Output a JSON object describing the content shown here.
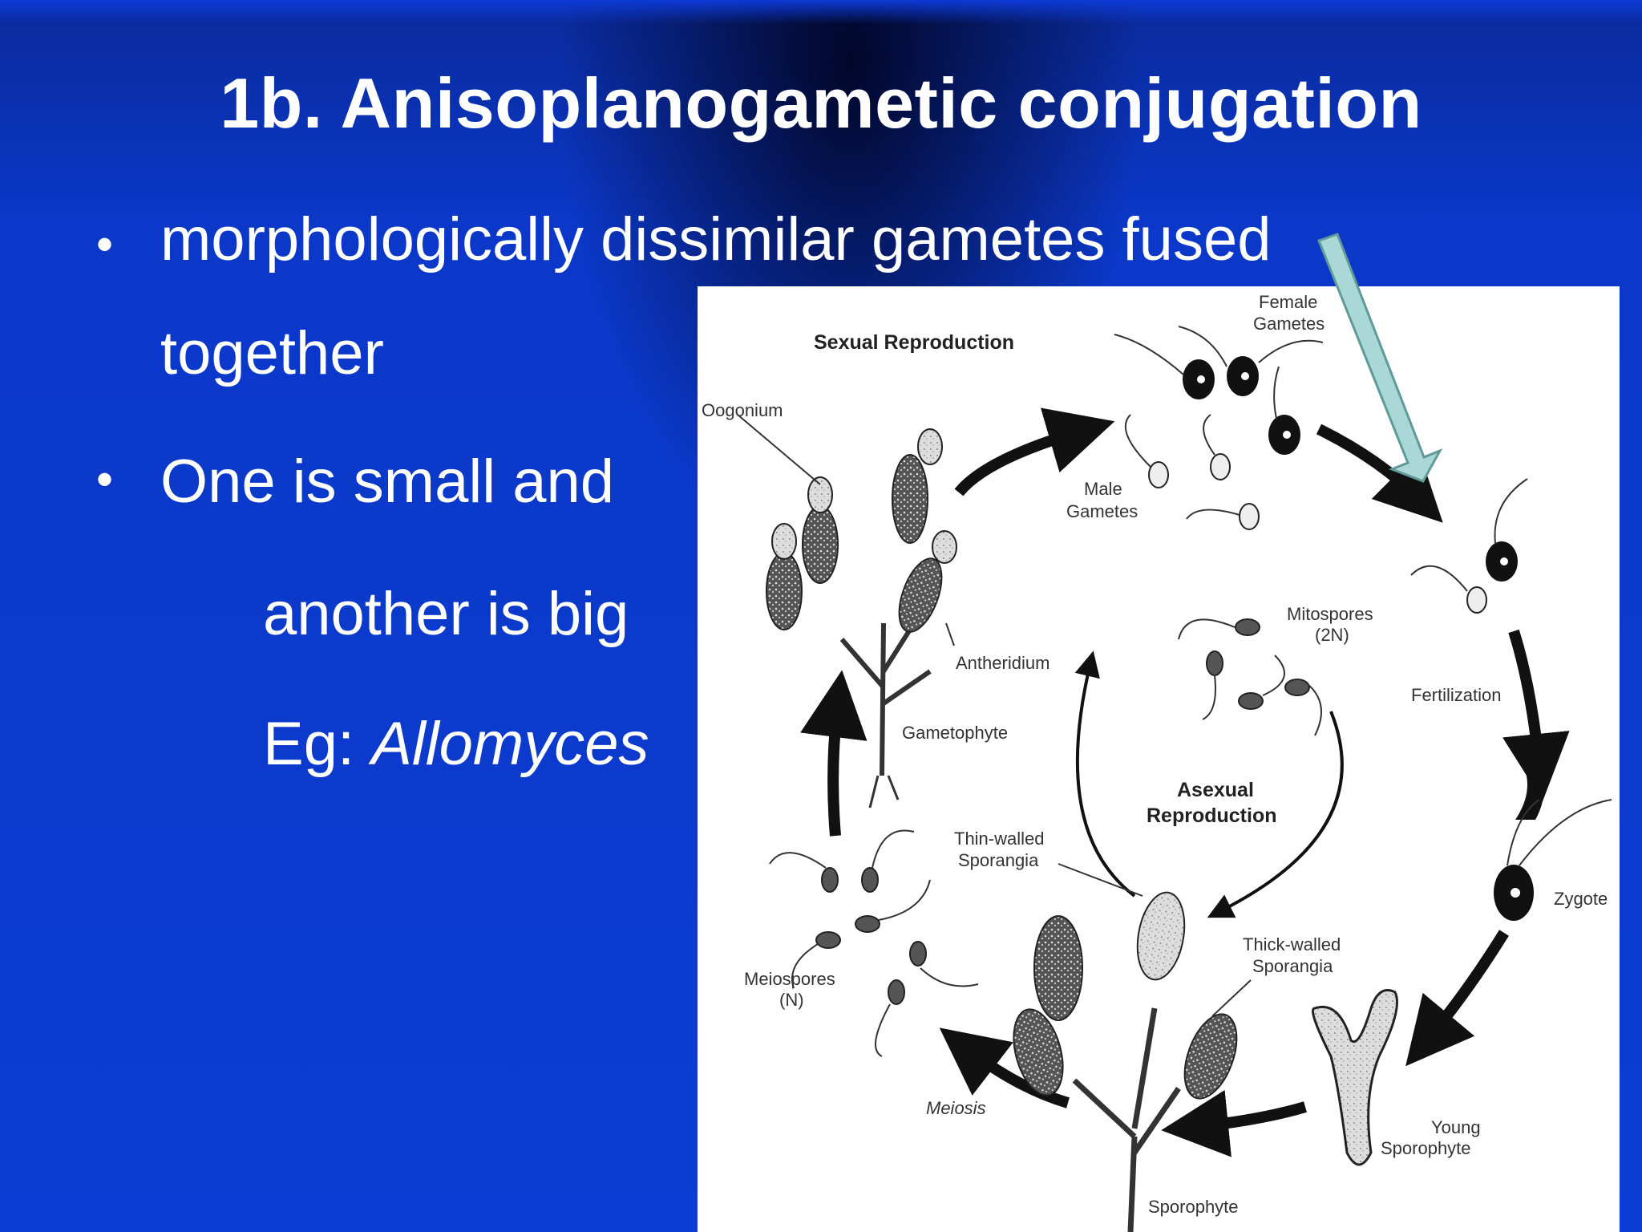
{
  "slide": {
    "title": "1b.  Anisoplanogametic conjugation",
    "bullets": [
      {
        "line1": "morphologically dissimilar gametes fused",
        "line2": "together"
      },
      {
        "line1": "One is small and",
        "line2": "another is big"
      }
    ],
    "example_prefix": "Eg: ",
    "example_name": "Allomyces"
  },
  "diagram": {
    "labels": {
      "sexual": "Sexual Reproduction",
      "oogonium": "Oogonium",
      "female_1": "Female",
      "female_2": "Gametes",
      "male_1": "Male",
      "male_2": "Gametes",
      "mitospores_1": "Mitospores",
      "mitospores_2": "(2N)",
      "antheridium": "Antheridium",
      "fertilization": "Fertilization",
      "gametophyte": "Gametophyte",
      "asexual_1": "Asexual",
      "asexual_2": "Reproduction",
      "thin_1": "Thin-walled",
      "thin_2": "Sporangia",
      "zygote": "Zygote",
      "thick_1": "Thick-walled",
      "thick_2": "Sporangia",
      "meiospores_1": "Meiospores",
      "meiospores_2": "(N)",
      "meiosis": "Meiosis",
      "young_1": "Young",
      "young_2": "Sporophyte",
      "sporophyte": "Sporophyte"
    }
  },
  "colors": {
    "background": "#0b38c9",
    "text": "#ffffff",
    "callout_arrow": "#a9d8d6"
  }
}
